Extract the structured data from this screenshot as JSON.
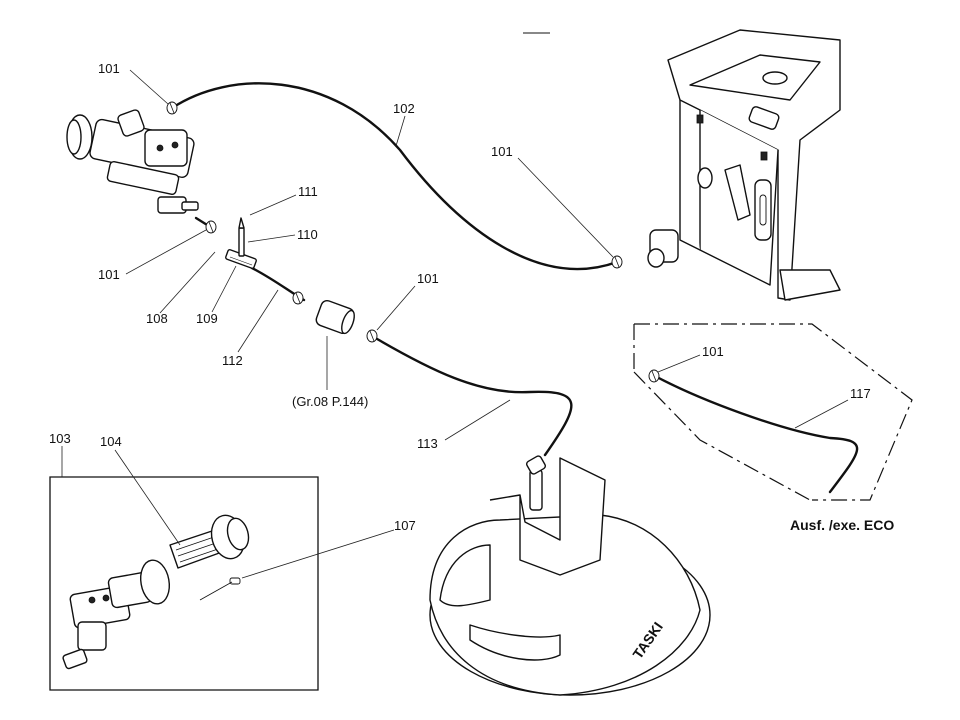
{
  "labels": {
    "l101_top": "101",
    "l102": "102",
    "l101_right": "101",
    "l111": "111",
    "l110": "110",
    "l101_left": "101",
    "l108": "108",
    "l109": "109",
    "l112": "112",
    "l101_mid": "101",
    "l_ref": "(Gr.08 P.144)",
    "l113": "113",
    "l103": "103",
    "l104": "104",
    "l107": "107",
    "l101_eco": "101",
    "l117": "117",
    "l_eco": "Ausf. /exe. ECO",
    "brand": "TASKI"
  }
}
